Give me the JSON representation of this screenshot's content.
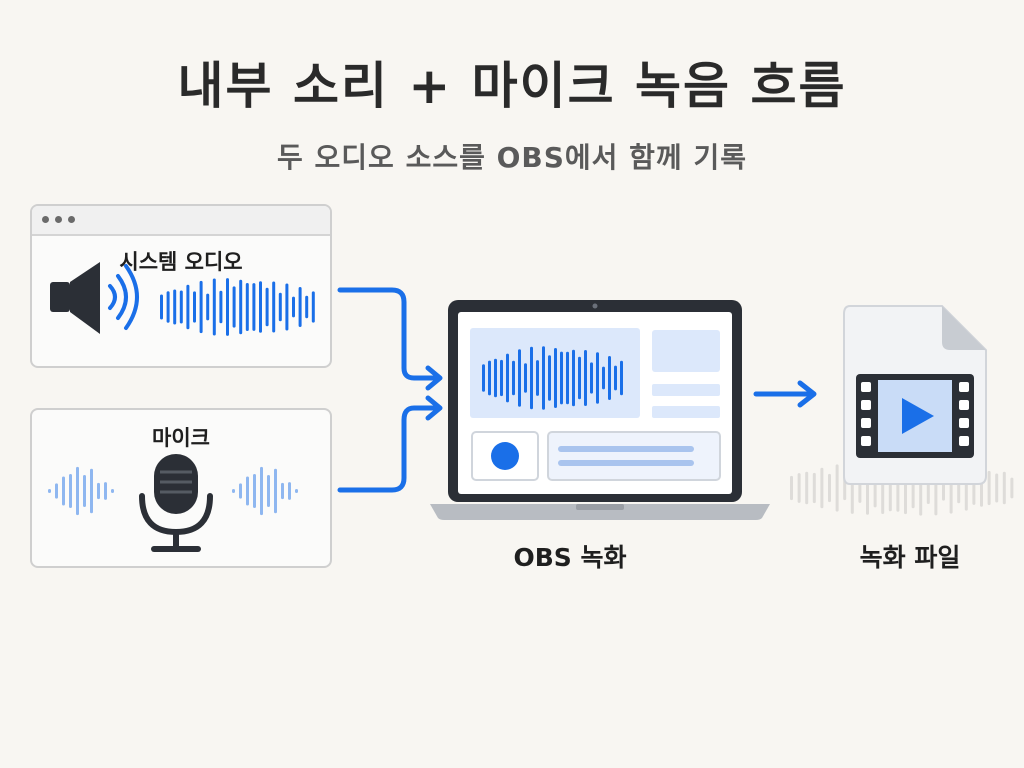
{
  "title": "내부 소리 + 마이크 녹음 흐름",
  "subtitle": "두 오디오 소스를 OBS에서 함께 기록",
  "sources": {
    "system_audio": {
      "label": "시스템 오디오",
      "icon": "speaker-icon"
    },
    "microphone": {
      "label": "마이크",
      "icon": "microphone-icon"
    }
  },
  "outputs": {
    "obs": {
      "label": "OBS 녹화",
      "icon": "laptop-icon"
    },
    "file": {
      "label": "녹화 파일",
      "icon": "video-file-icon"
    }
  },
  "colors": {
    "accent": "#1a6fe8",
    "wave_light": "#8fb7f0",
    "dark": "#2b2f36",
    "panel": "#dce8fb"
  }
}
